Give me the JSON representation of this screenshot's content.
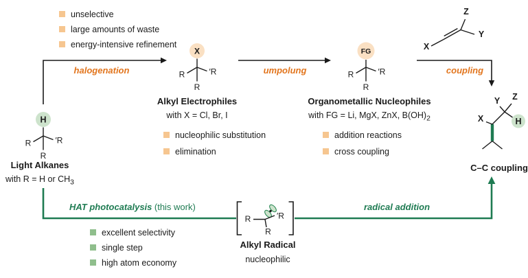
{
  "colors": {
    "orange_accent": "#E2751D",
    "orange_bullet": "#F6C690",
    "orange_circle_fill": "#FAE0C3",
    "green_accent": "#1E7B52",
    "green_bullet": "#8FBE8C",
    "green_circle_fill": "#CDE3CC",
    "text": "#1A1A1A"
  },
  "drawbacks": {
    "items": [
      "unselective",
      "large amounts of waste",
      "energy-intensive refinement"
    ]
  },
  "benefits": {
    "items": [
      "excellent selectivity",
      "single step",
      "high atom economy"
    ]
  },
  "arrows": {
    "halogenation": "halogenation",
    "umpolung": "umpolung",
    "coupling": "coupling",
    "hat": "HAT photocatalysis",
    "hat_note": "(this work)",
    "radical_addition": "radical addition"
  },
  "light_alkanes": {
    "title": "Light Alkanes",
    "subtitle_main": "with R = H or CH",
    "subtitle_sub": "3"
  },
  "alkyl_electrophiles": {
    "title": "Alkyl Electrophiles",
    "subtitle": "with X = Cl, Br, I",
    "items": [
      "nucleophilic substitution",
      "elimination"
    ]
  },
  "organometallic_nucleophiles": {
    "title": "Organometallic Nucleophiles",
    "subtitle_main": "with FG = Li, MgX, ZnX, B(OH)",
    "subtitle_sub": "2",
    "items": [
      "addition reactions",
      "cross coupling"
    ]
  },
  "alkyl_radical": {
    "title": "Alkyl Radical",
    "subtitle": "nucleophilic"
  },
  "product": {
    "title": "C–C coupling"
  },
  "atoms": {
    "H": "H",
    "R": "R",
    "R_prime": "′R",
    "X": "X",
    "Y": "Y",
    "Z": "Z",
    "FG": "FG"
  }
}
